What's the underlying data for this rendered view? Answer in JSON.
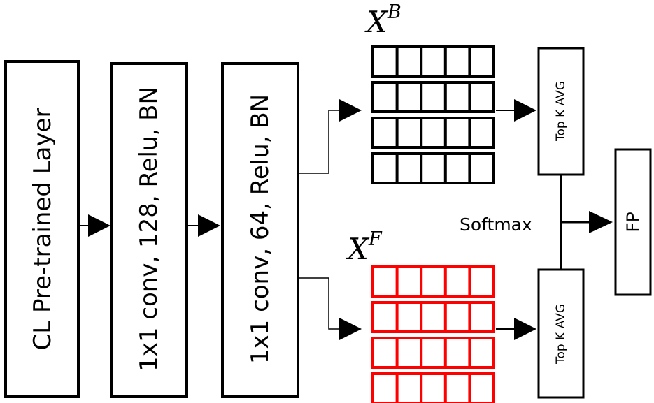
{
  "blocks": {
    "pretrained": "CL Pre-trained Layer",
    "conv128": "1x1 conv, 128, Relu, BN",
    "conv64": "1x1 conv, 64, Relu, BN",
    "topk_top": "Top K AVG",
    "topk_bottom": "Top K AVG",
    "fp": "FP"
  },
  "labels": {
    "xb_base": "X",
    "xb_sup": "B",
    "xf_base": "X",
    "xf_sup": "F",
    "softmax": "Softmax"
  },
  "colors": {
    "stroke": "#000000",
    "xb_grid": "#000000",
    "xf_grid": "#ff0000"
  }
}
